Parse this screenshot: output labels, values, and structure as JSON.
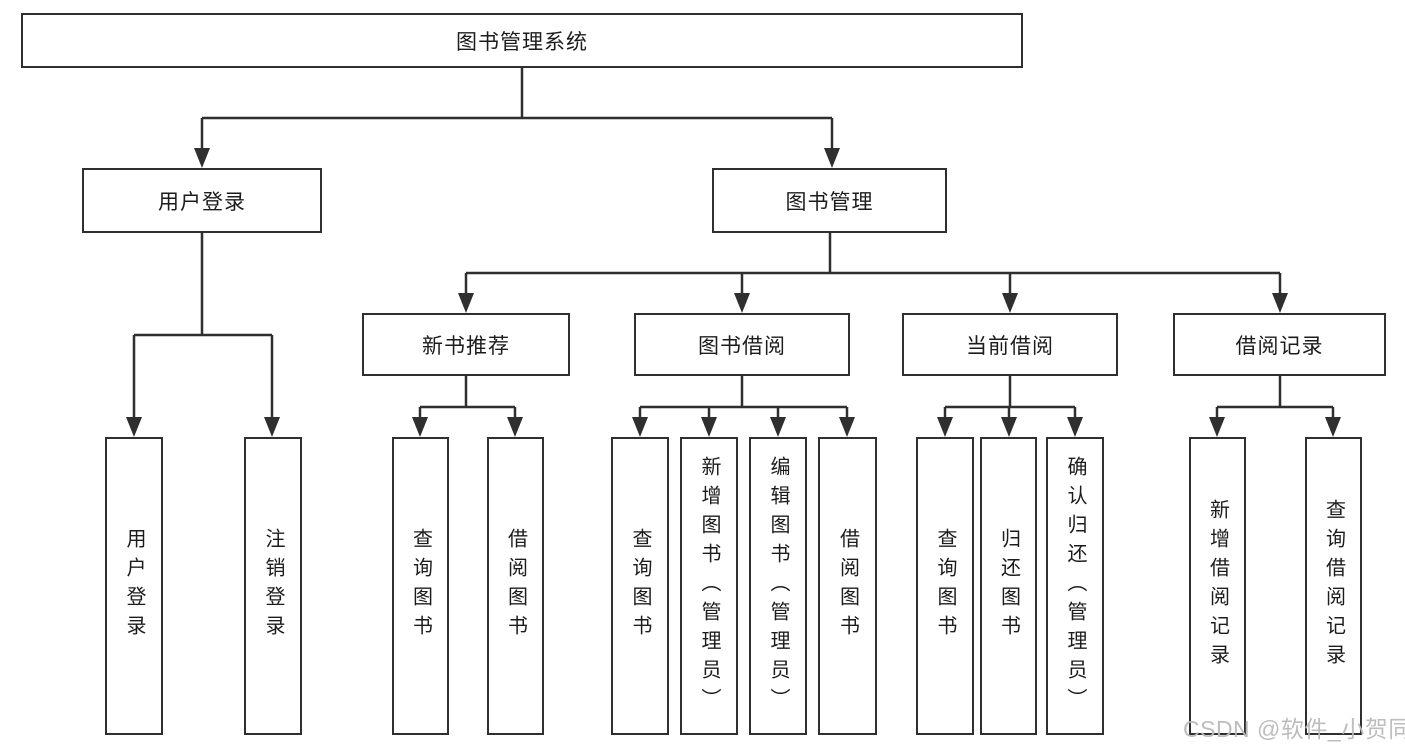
{
  "diagram": {
    "title": "图书管理系统",
    "watermark": "CSDN @软件_小贺同学",
    "colors": {
      "line": "#2f2f2f",
      "text": "#1c1c1c",
      "background": "#ffffff",
      "watermark": "#b9b9b9"
    },
    "root": {
      "label": "图书管理系统"
    },
    "level2": [
      {
        "label": "用户登录"
      },
      {
        "label": "图书管理"
      }
    ],
    "level3": [
      {
        "label": "新书推荐",
        "parent": "图书管理"
      },
      {
        "label": "图书借阅",
        "parent": "图书管理"
      },
      {
        "label": "当前借阅",
        "parent": "图书管理"
      },
      {
        "label": "借阅记录",
        "parent": "图书管理"
      }
    ],
    "leaves": [
      {
        "label": "用户登录",
        "parent": "用户登录"
      },
      {
        "label": "注销登录",
        "parent": "用户登录"
      },
      {
        "label": "查询图书",
        "parent": "新书推荐"
      },
      {
        "label": "借阅图书",
        "parent": "新书推荐"
      },
      {
        "label": "查询图书",
        "parent": "图书借阅"
      },
      {
        "label": "新增图书（管理员）",
        "parent": "图书借阅"
      },
      {
        "label": "编辑图书（管理员）",
        "parent": "图书借阅"
      },
      {
        "label": "借阅图书",
        "parent": "图书借阅"
      },
      {
        "label": "查询图书",
        "parent": "当前借阅"
      },
      {
        "label": "归还图书",
        "parent": "当前借阅"
      },
      {
        "label": "确认归还（管理员）",
        "parent": "当前借阅"
      },
      {
        "label": "新增借阅记录",
        "parent": "借阅记录"
      },
      {
        "label": "查询借阅记录",
        "parent": "借阅记录"
      }
    ]
  }
}
